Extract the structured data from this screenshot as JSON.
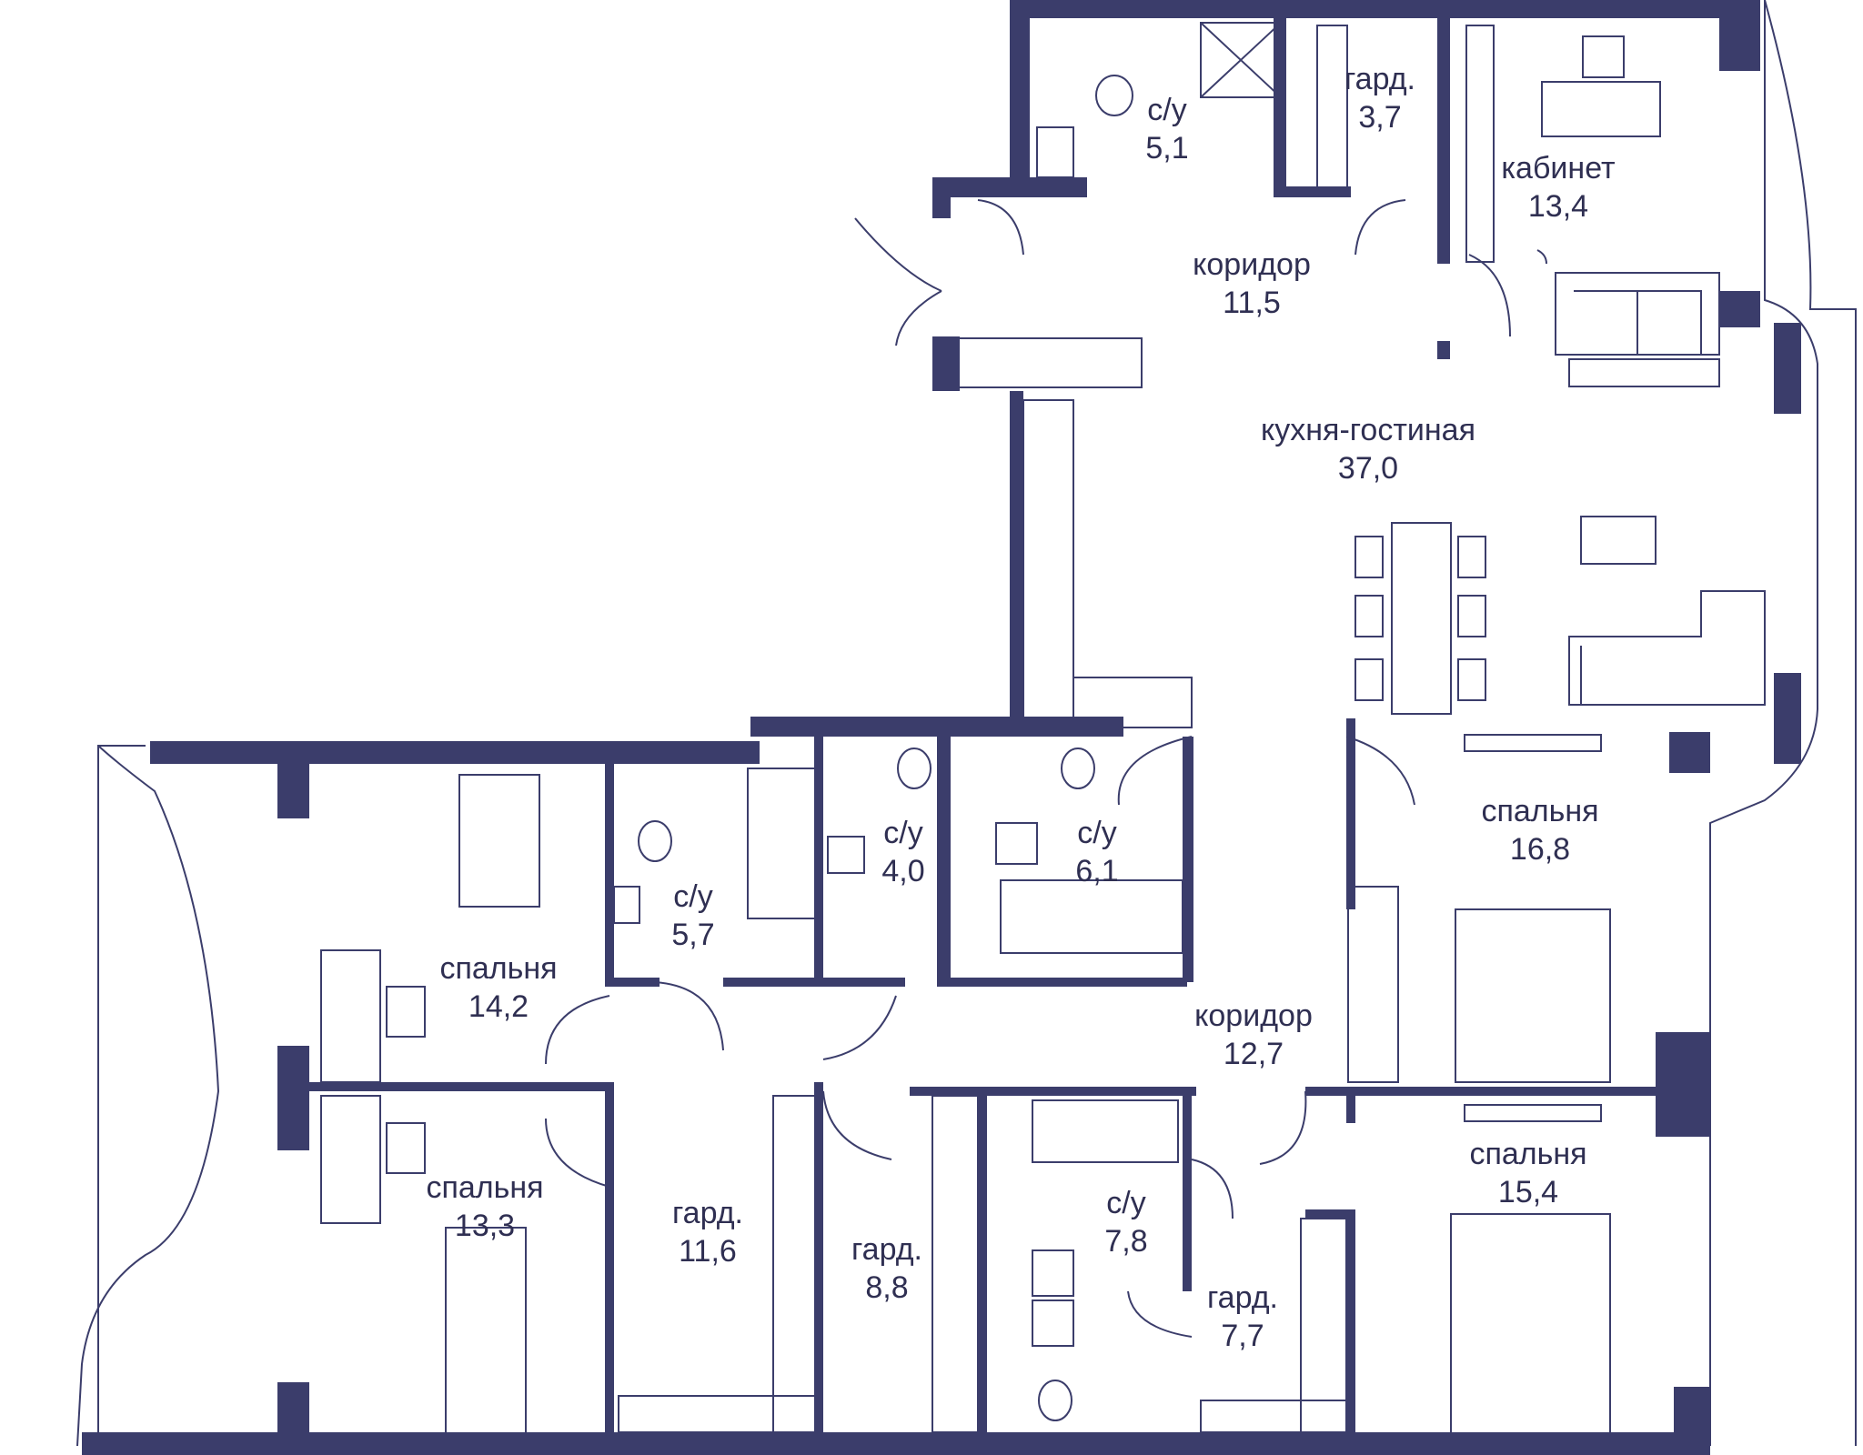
{
  "colors": {
    "wall": "#3b3d6b",
    "line": "#3b3d6b",
    "text": "#2f2f52",
    "background": "#ffffff"
  },
  "rooms": [
    {
      "id": "bath-top",
      "name": "с/у",
      "area": "5,1"
    },
    {
      "id": "wardrobe-top",
      "name": "гард.",
      "area": "3,7"
    },
    {
      "id": "study",
      "name": "кабинет",
      "area": "13,4"
    },
    {
      "id": "corridor-top",
      "name": "коридор",
      "area": "11,5"
    },
    {
      "id": "kitchen-living",
      "name": "кухня-гостиная",
      "area": "37,0"
    },
    {
      "id": "bath-57",
      "name": "с/у",
      "area": "5,7"
    },
    {
      "id": "bath-40",
      "name": "с/у",
      "area": "4,0"
    },
    {
      "id": "bath-61",
      "name": "с/у",
      "area": "6,1"
    },
    {
      "id": "bedroom-168",
      "name": "спальня",
      "area": "16,8"
    },
    {
      "id": "bedroom-142",
      "name": "спальня",
      "area": "14,2"
    },
    {
      "id": "corridor-main",
      "name": "коридор",
      "area": "12,7"
    },
    {
      "id": "bedroom-133",
      "name": "спальня",
      "area": "13,3"
    },
    {
      "id": "wardrobe-116",
      "name": "гард.",
      "area": "11,6"
    },
    {
      "id": "wardrobe-88",
      "name": "гард.",
      "area": "8,8"
    },
    {
      "id": "bath-78",
      "name": "с/у",
      "area": "7,8"
    },
    {
      "id": "wardrobe-77",
      "name": "гард.",
      "area": "7,7"
    },
    {
      "id": "bedroom-154",
      "name": "спальня",
      "area": "15,4"
    }
  ]
}
